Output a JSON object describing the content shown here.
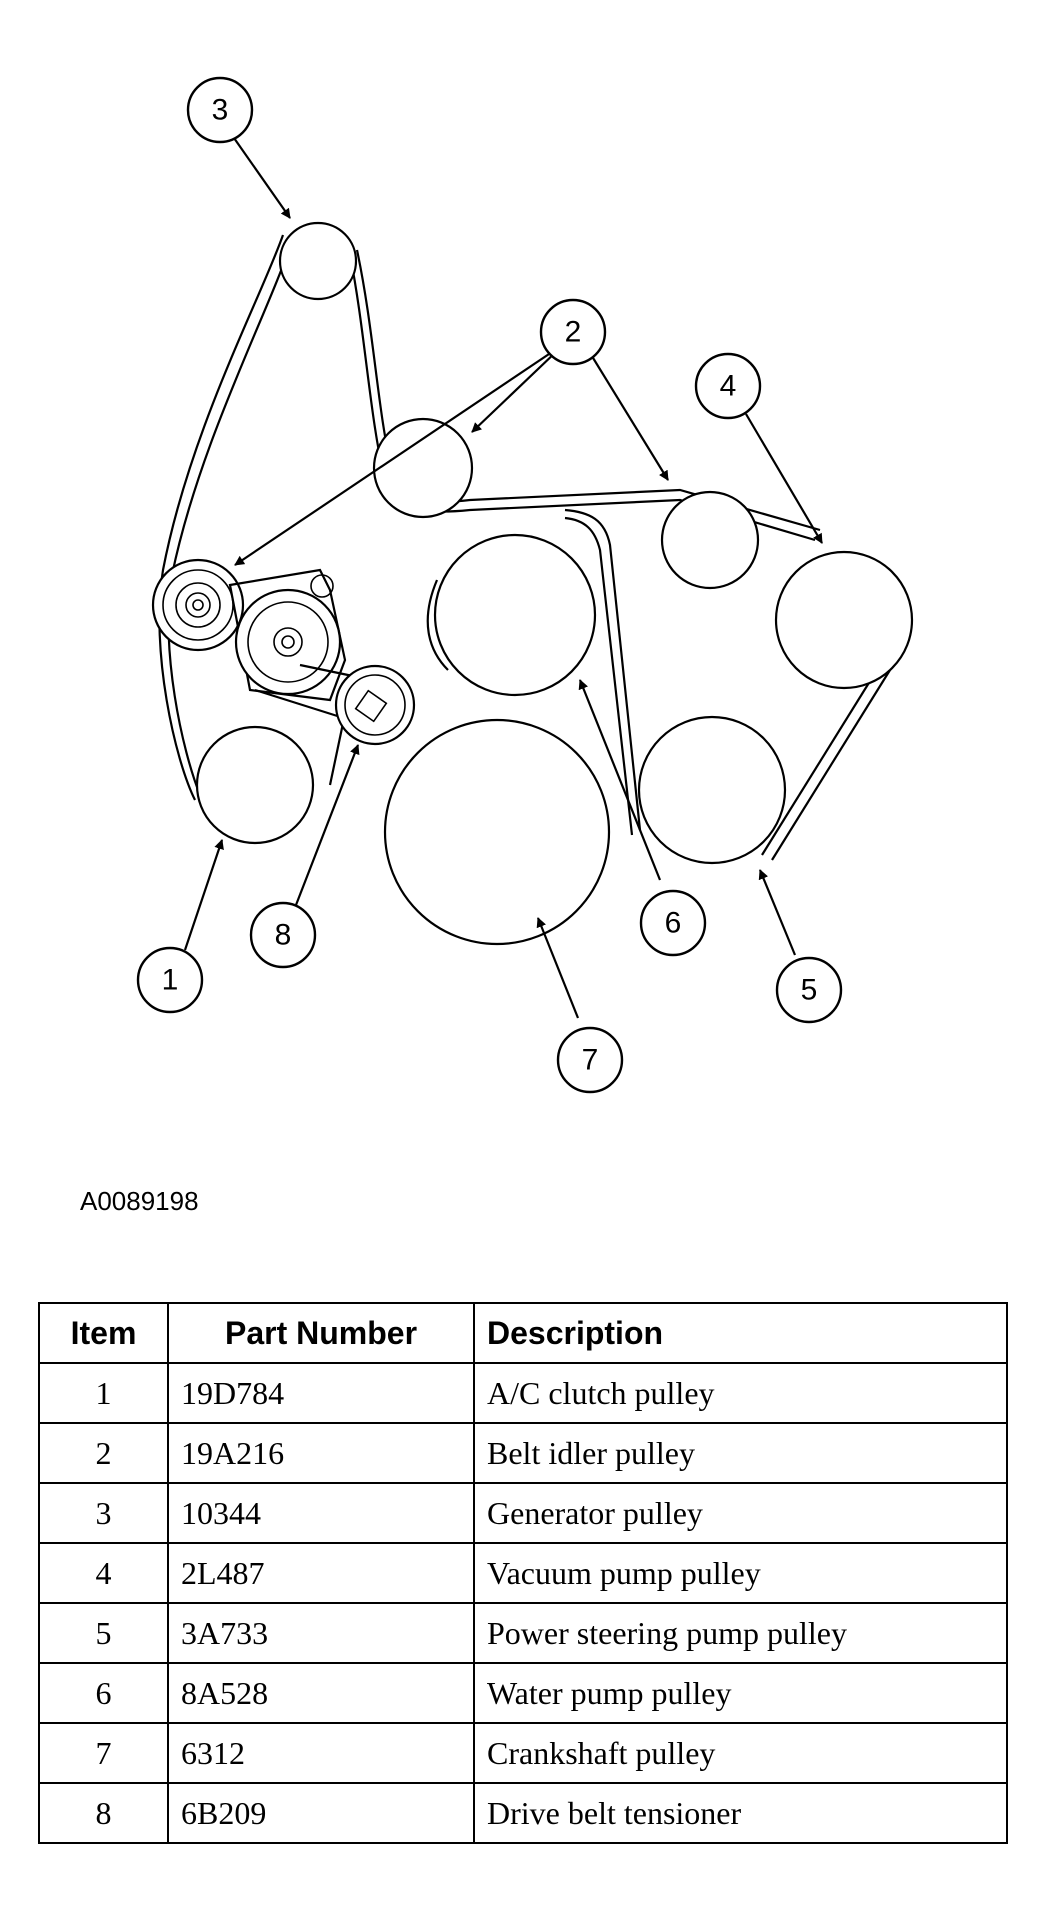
{
  "figure_id": "A0089198",
  "callouts": [
    "1",
    "2",
    "3",
    "4",
    "5",
    "6",
    "7",
    "8"
  ],
  "table": {
    "headers": [
      "Item",
      "Part Number",
      "Description"
    ],
    "rows": [
      {
        "item": "1",
        "part": "19D784",
        "description": "A/C clutch pulley"
      },
      {
        "item": "2",
        "part": "19A216",
        "description": "Belt idler pulley"
      },
      {
        "item": "3",
        "part": "10344",
        "description": "Generator pulley"
      },
      {
        "item": "4",
        "part": "2L487",
        "description": "Vacuum pump pulley"
      },
      {
        "item": "5",
        "part": "3A733",
        "description": "Power steering pump pulley"
      },
      {
        "item": "6",
        "part": "8A528",
        "description": "Water pump pulley"
      },
      {
        "item": "7",
        "part": "6312",
        "description": "Crankshaft pulley"
      },
      {
        "item": "8",
        "part": "6B209",
        "description": "Drive belt tensioner"
      }
    ]
  }
}
